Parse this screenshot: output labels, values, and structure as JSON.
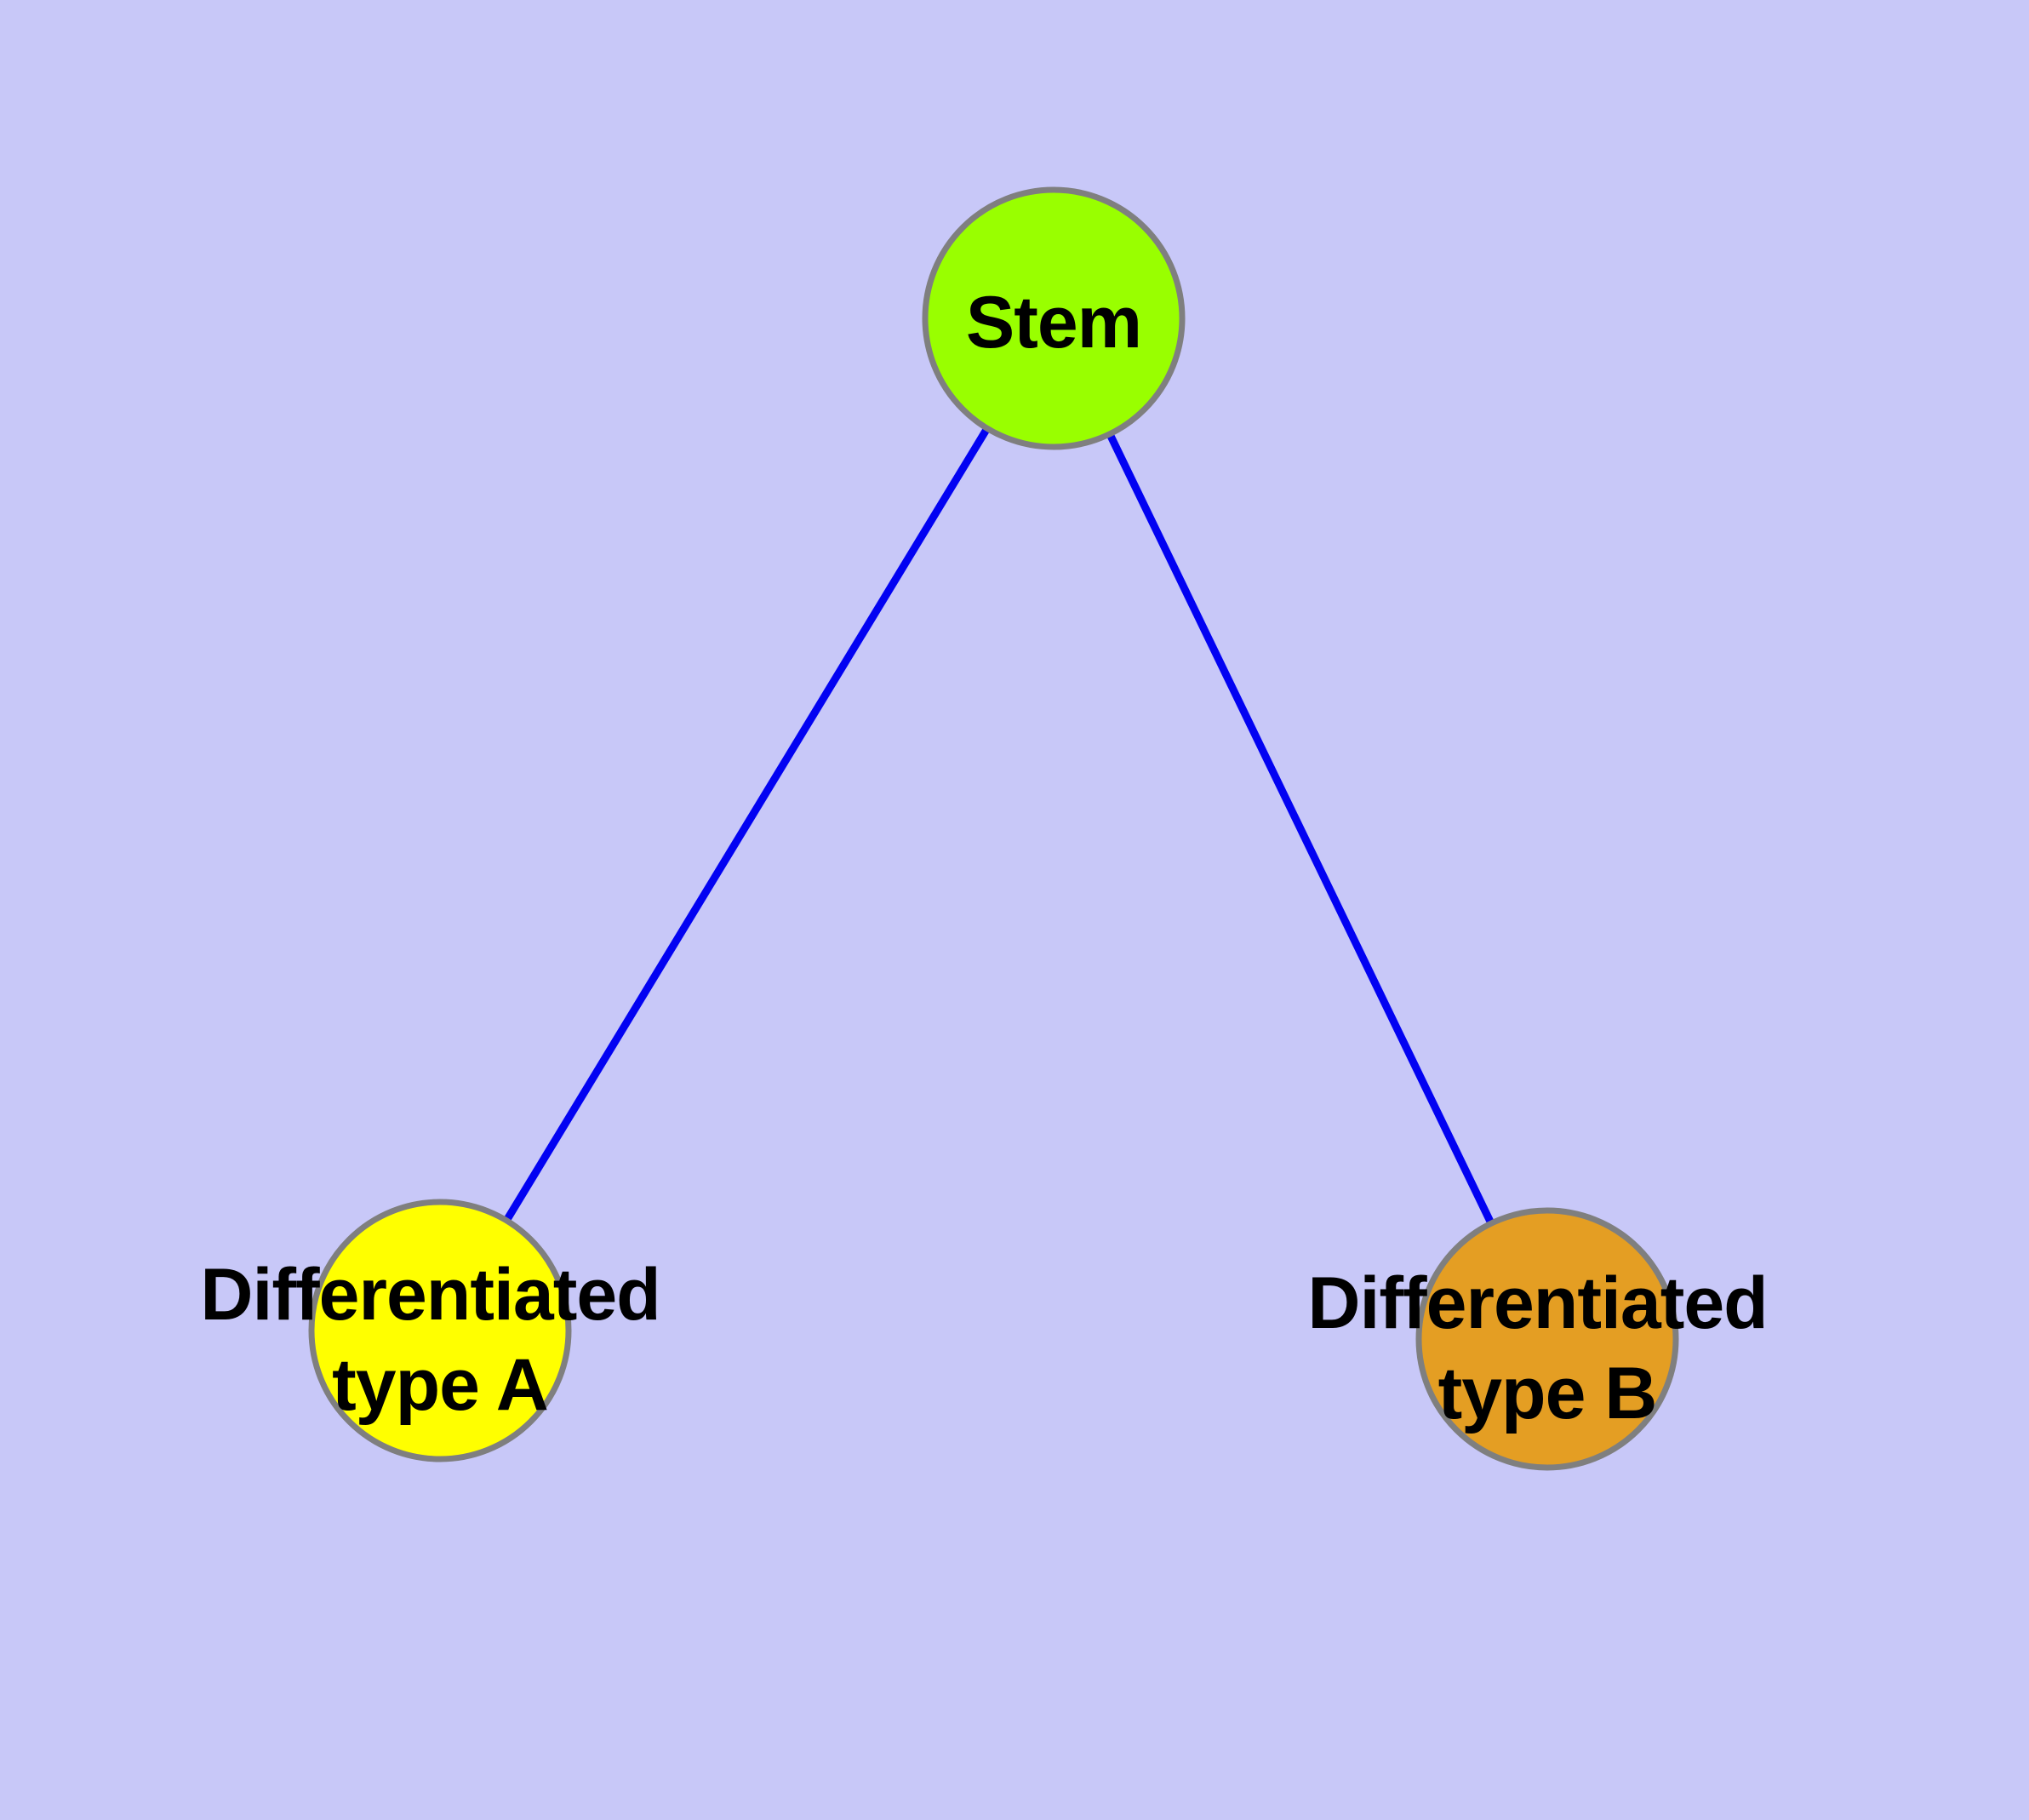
{
  "diagram": {
    "type": "node-link-graph",
    "colors": {
      "background": "#C8C8F8",
      "edge": "#0202F2",
      "node_border": "#7F7F7F",
      "label_text": "#000000"
    },
    "nodes": {
      "stem": {
        "label": "Stem",
        "fill": "#99FF00"
      },
      "typeA": {
        "label": "Differentiated type A",
        "line1": "Differentiated",
        "line2": "type A",
        "fill": "#FFFF00"
      },
      "typeB": {
        "label": "Differentiated type B",
        "line1": "Differentiated",
        "line2": "type B",
        "fill": "#E49E23"
      }
    },
    "edges": [
      {
        "from": "Stem",
        "to": "Differentiated type A"
      },
      {
        "from": "Stem",
        "to": "Differentiated type B"
      }
    ]
  }
}
